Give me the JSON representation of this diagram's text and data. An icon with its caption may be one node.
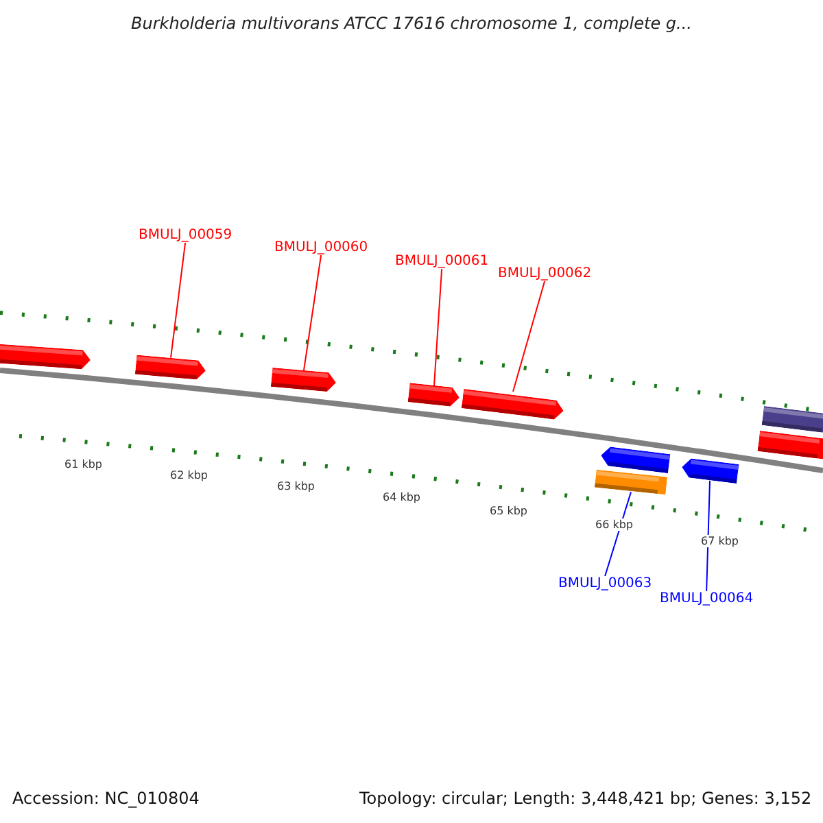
{
  "diagram": {
    "title": "Burkholderia multivorans ATCC 17616 chromosome 1, complete g...",
    "nodes": [
      {
        "text": [
          "BMULJ_00059"
        ]
      },
      {
        "text": [
          "BMULJ_00060"
        ]
      },
      {
        "text": [
          "BMULJ_00061"
        ]
      },
      {
        "text": [
          "BMULJ_00062"
        ]
      },
      {
        "text": [
          "BMULJ_00063"
        ]
      },
      {
        "text": [
          "BMULJ_00064"
        ]
      },
      {
        "text": [],
        "shape": "arrow"
      },
      {
        "text": [],
        "shape": "arrow"
      },
      {
        "text": [],
        "shape": "arrow"
      },
      {
        "text": [],
        "shape": "arrow"
      },
      {
        "text": [],
        "shape": "arrow"
      },
      {
        "text": [],
        "shape": "arrow"
      },
      {
        "text": [],
        "shape": "bar"
      },
      {
        "text": [],
        "shape": "arrow"
      },
      {
        "text": [],
        "shape": "bar"
      },
      {
        "text": [],
        "shape": "bar"
      }
    ],
    "edges": [
      {
        "from": 0,
        "to": 7,
        "arrow": "none"
      },
      {
        "from": 1,
        "to": 8,
        "arrow": "none"
      },
      {
        "from": 2,
        "to": 9,
        "arrow": "none"
      },
      {
        "from": 3,
        "to": 10,
        "arrow": "none"
      },
      {
        "from": 4,
        "to": 12,
        "arrow": "none",
        "color": "#0000ff"
      },
      {
        "from": 5,
        "to": 13,
        "arrow": "none",
        "color": "#0000ff"
      }
    ],
    "labels": [
      "61 kbp",
      "62 kbp",
      "63 kbp",
      "64 kbp",
      "65 kbp",
      "66 kbp",
      "67 kbp",
      "Accession: NC_010804",
      "Topology: circular; Length: 3,448,421 bp; Genes: 3,152"
    ]
  }
}
